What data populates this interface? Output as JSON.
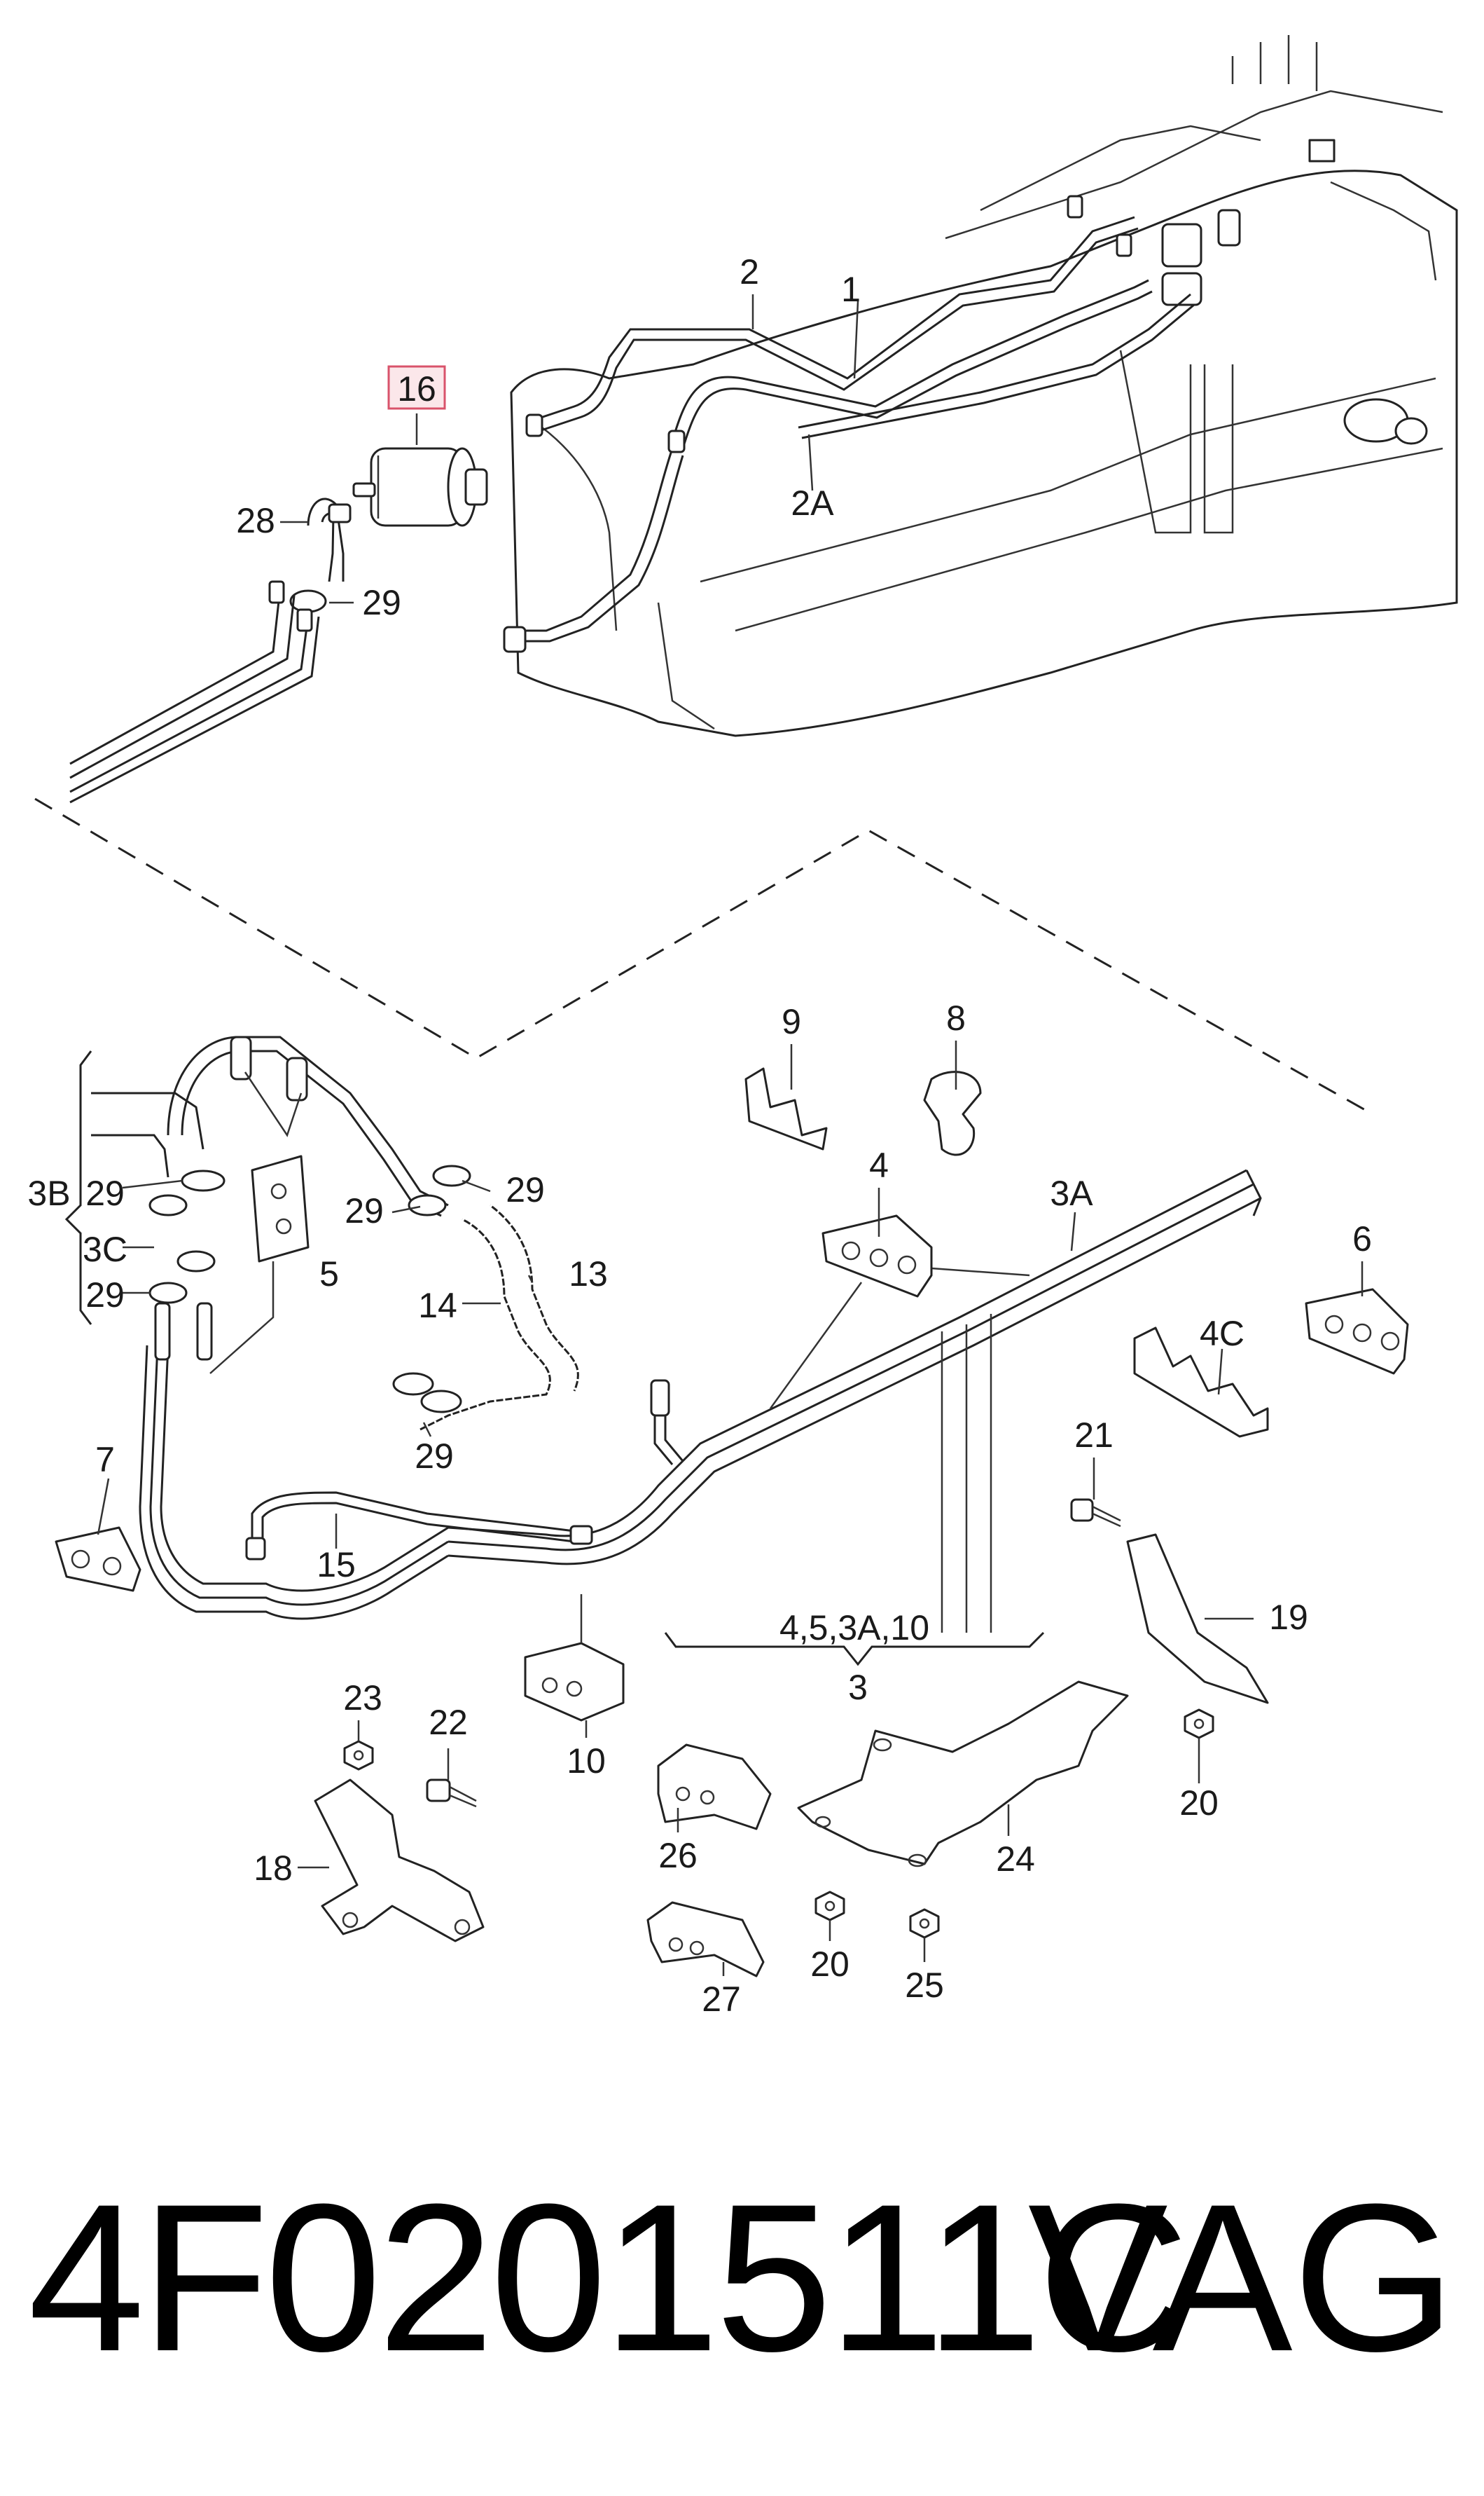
{
  "callouts": {
    "c1": "1",
    "c2": "2",
    "c2A": "2A",
    "c16": "16",
    "c28": "28",
    "c29a": "29",
    "c3B": "3B",
    "c29b": "29",
    "c3C": "3C",
    "c29c": "29",
    "c5": "5",
    "c29d": "29",
    "c29e": "29",
    "c13": "13",
    "c14": "14",
    "c29f": "29",
    "c9": "9",
    "c8": "8",
    "c4": "4",
    "c3A": "3A",
    "c6": "6",
    "c4C": "4C",
    "c7": "7",
    "c15": "15",
    "c21": "21",
    "c19": "19",
    "c20a": "20",
    "c3group": "4,5,3A,10",
    "c3": "3",
    "c10": "10",
    "c23": "23",
    "c22": "22",
    "c18": "18",
    "c26": "26",
    "c24": "24",
    "c20b": "20",
    "c25": "25",
    "c27": "27"
  },
  "highlighted_part": "16",
  "colors": {
    "highlight_fill": "#fbe7ea",
    "highlight_border": "#d9536b",
    "line": "#222222"
  },
  "footer": {
    "part_number": "4F0201511C",
    "brand": "VAG"
  }
}
